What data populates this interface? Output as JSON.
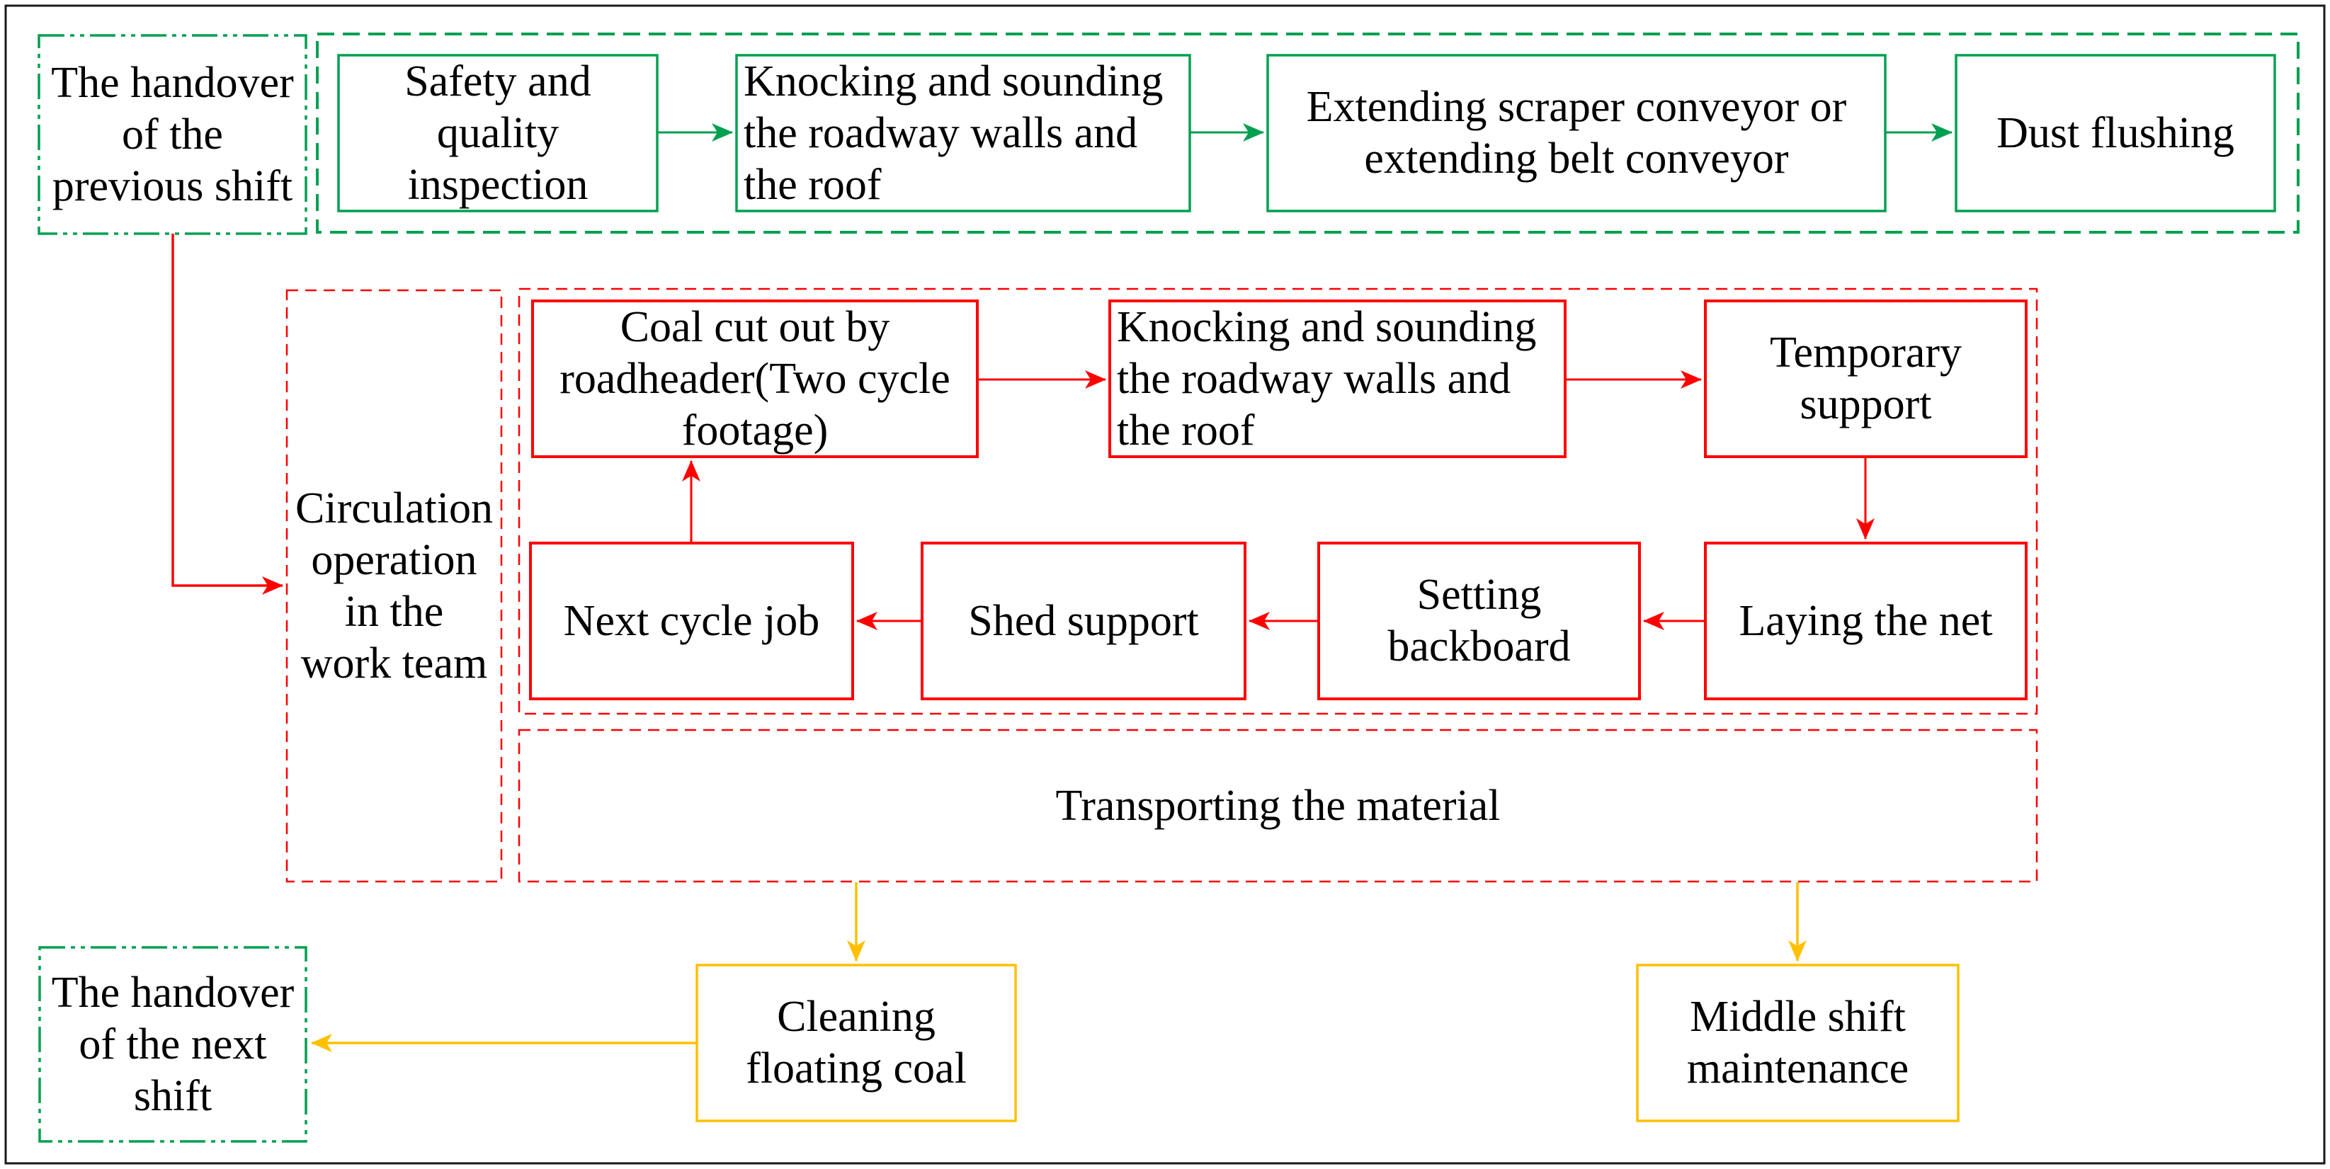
{
  "colors": {
    "green": "#00A050",
    "red": "#FF0000",
    "yellow": "#FFC000",
    "frame": "#1A1A1A",
    "text": "#000000"
  },
  "top_row": {
    "previous_shift": "The handover\nof the\nprevious shift",
    "safety": "Safety and\nquality\ninspection",
    "knocking": "Knocking and sounding\nthe roadway walls and\nthe roof",
    "extending": "Extending scraper conveyor or\nextending belt conveyor",
    "dust": "Dust flushing"
  },
  "cycle": {
    "circulation": "Circulation\noperation\nin the\nwork team",
    "coal": "Coal cut out by\nroadheader(Two cycle\nfootage)",
    "knocking": "Knocking and sounding\nthe roadway walls and\nthe roof",
    "temporary": "Temporary\nsupport",
    "laying": "Laying the net",
    "setting": "Setting\nbackboard",
    "shed": "Shed support",
    "next_cycle": "Next cycle job",
    "transporting": "Transporting the material"
  },
  "bottom_row": {
    "cleaning": "Cleaning\nfloating coal",
    "middle_shift": "Middle shift\nmaintenance",
    "next_shift": "The handover\nof the next\nshift"
  }
}
